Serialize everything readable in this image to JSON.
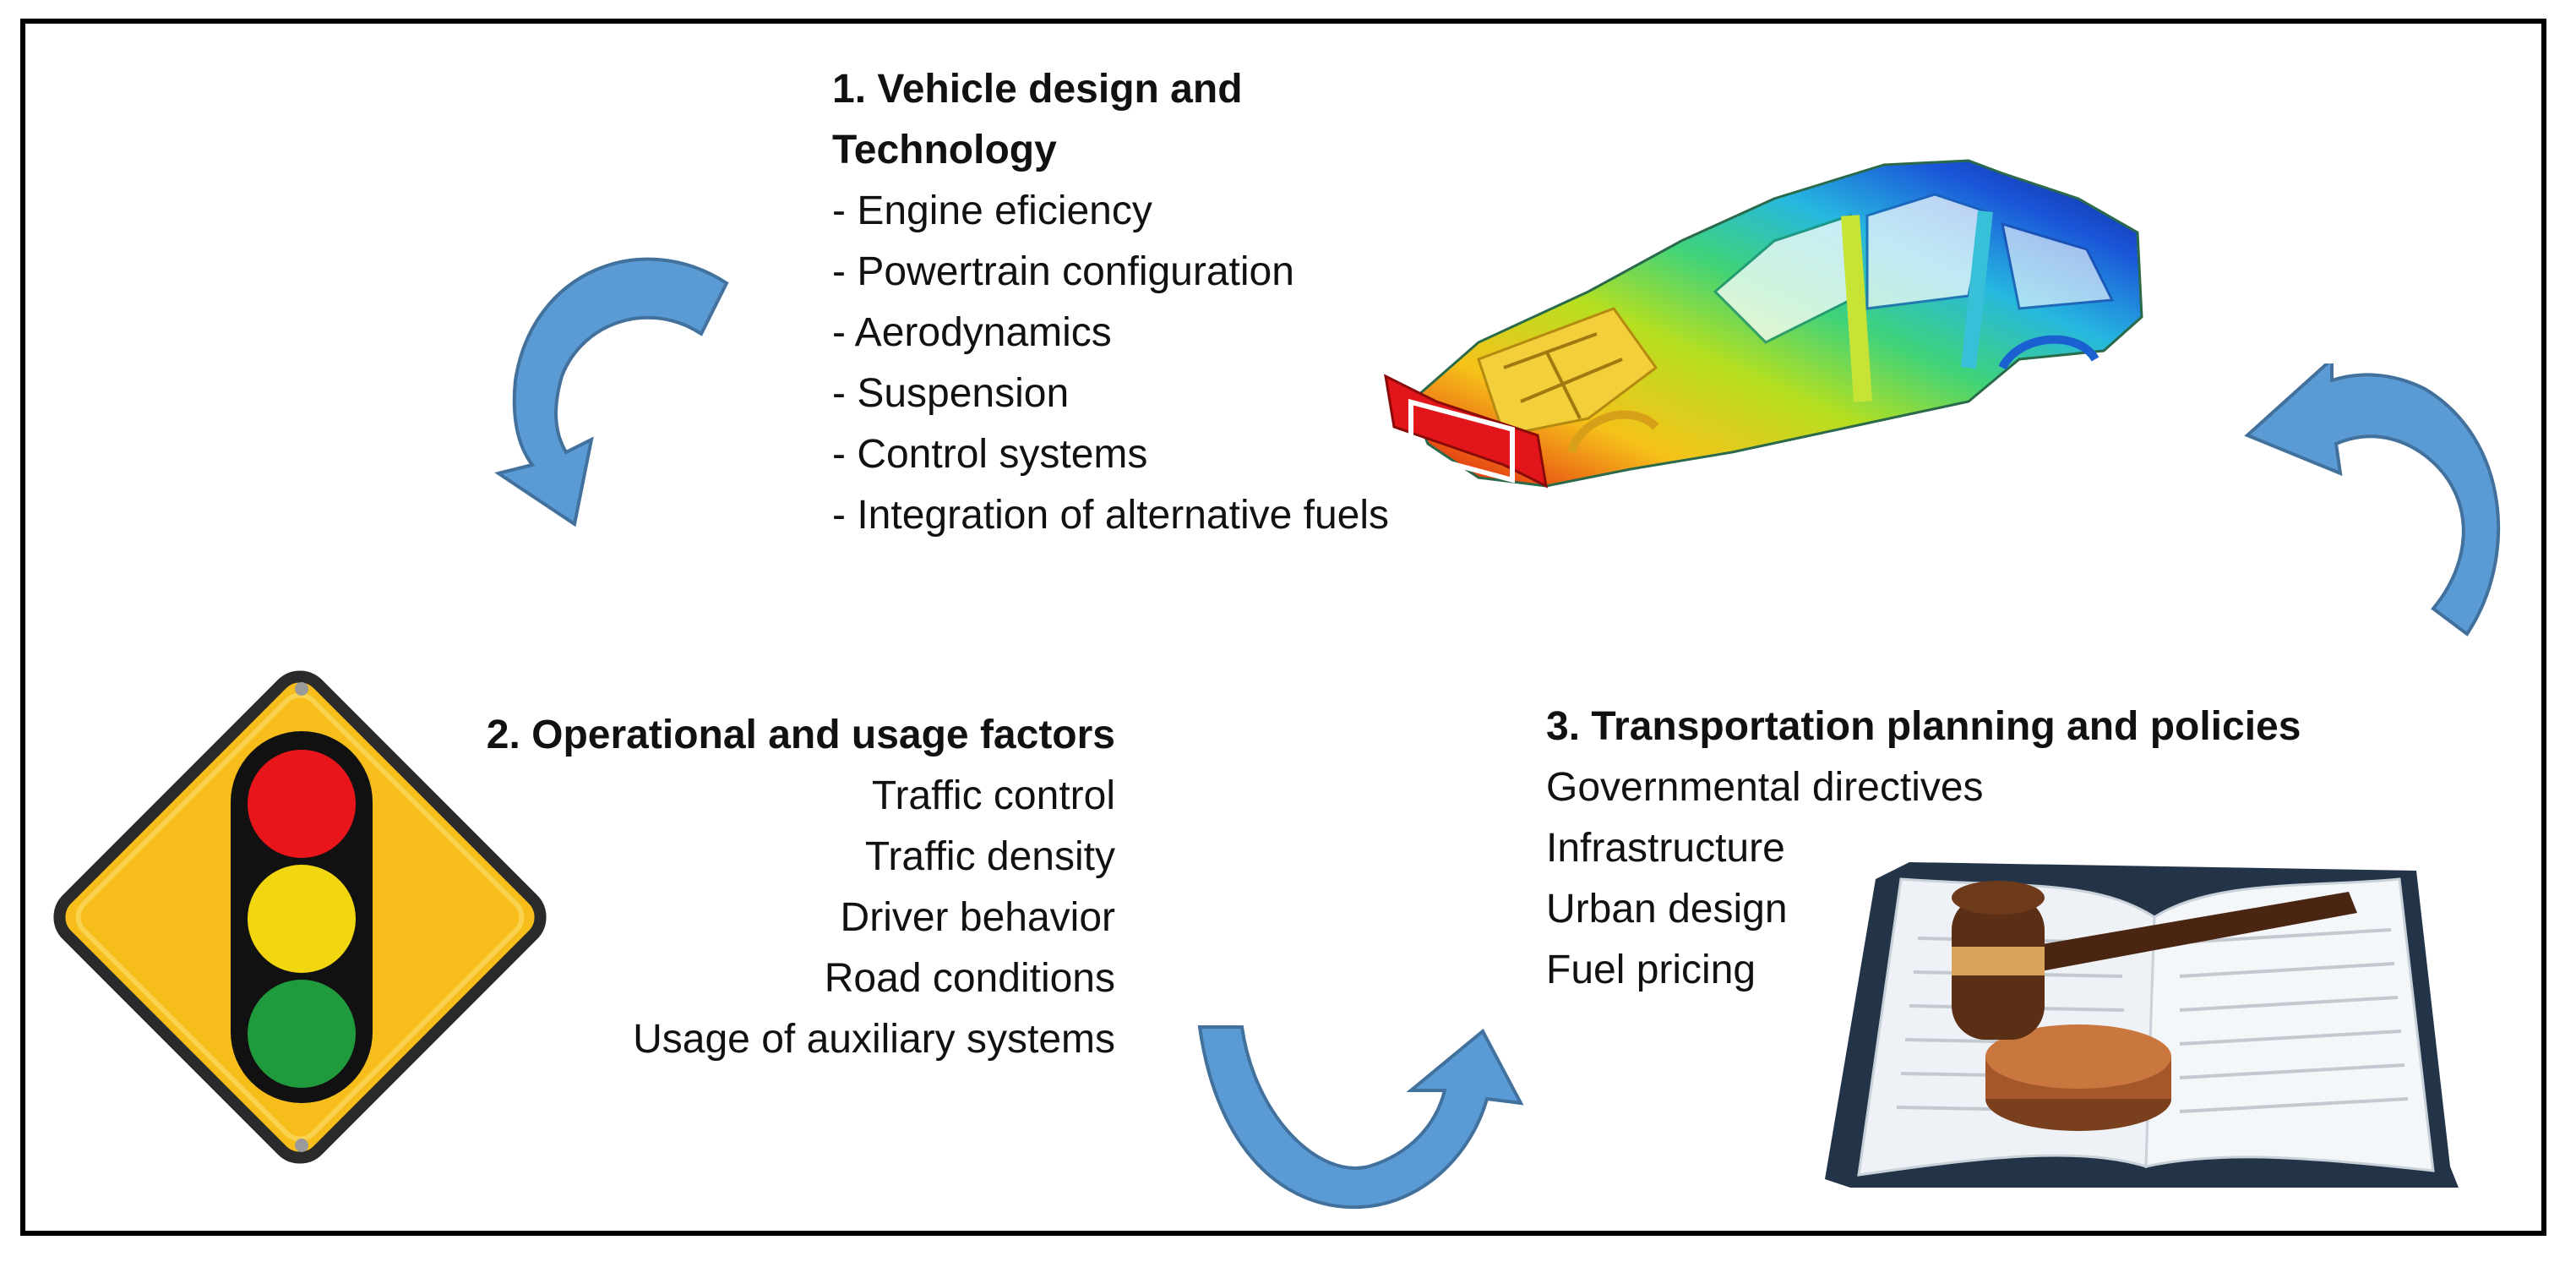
{
  "blocks": {
    "vehicle": {
      "title": "1. Vehicle design and Technology",
      "items": [
        "- Engine eficiency",
        "- Powertrain configuration",
        "- Aerodynamics",
        "- Suspension",
        "- Control systems",
        "- Integration of alternative fuels"
      ]
    },
    "operational": {
      "title": "2. Operational and usage factors",
      "items": [
        "Traffic control",
        "Traffic density",
        "Driver behavior",
        "Road conditions",
        "Usage of auxiliary systems"
      ]
    },
    "transport": {
      "title": "3. Transportation planning and policies",
      "items": [
        "Governmental directives",
        "Infrastructure",
        "Urban design",
        "Fuel pricing"
      ]
    }
  },
  "colors": {
    "arrow_fill": "#5b9bd5",
    "arrow_stroke": "#41719c",
    "sign_yellow": "#f7bd1a",
    "light_red": "#e8151b",
    "light_yellow": "#f2d60f",
    "light_green": "#1f9a3c"
  },
  "icons": [
    "curved-arrow-icon",
    "car-body-stress-image",
    "traffic-light-sign-icon",
    "gavel-book-image"
  ]
}
